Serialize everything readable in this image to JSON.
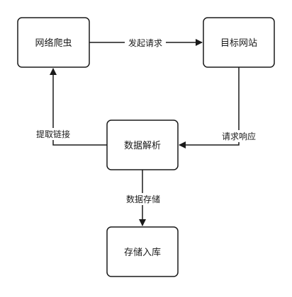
{
  "nodes": {
    "crawler": "网络爬虫",
    "target_site": "目标网站",
    "parse": "数据解析",
    "storage": "存储入库"
  },
  "edges": {
    "send_request": "发起请求",
    "request_response": "请求响应",
    "extract_links": "提取链接",
    "data_storage": "数据存储"
  },
  "colors": {
    "stroke": "#1a1a1a",
    "fill": "#ffffff",
    "text": "#1a1a1a"
  }
}
